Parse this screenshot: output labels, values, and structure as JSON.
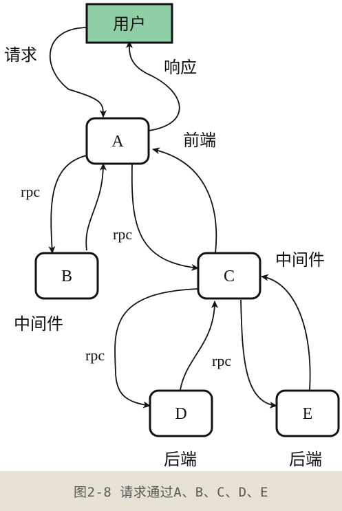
{
  "colors": {
    "user_fill": "#8fcfa6",
    "caption_bg": "#e6e1d2",
    "stroke": "#111111",
    "caption_text": "#5a5a5a"
  },
  "nodes": {
    "user": "用户",
    "a": "A",
    "b": "B",
    "c": "C",
    "d": "D",
    "e": "E"
  },
  "labels": {
    "request": "请求",
    "response": "响应",
    "frontend": "前端",
    "middleware_b": "中间件",
    "middleware_c": "中间件",
    "backend_d": "后端",
    "backend_e": "后端",
    "rpc_ab": "rpc",
    "rpc_ac": "rpc",
    "rpc_cd_left": "rpc",
    "rpc_cd_right": "rpc"
  },
  "caption": {
    "text": "图2-8  请求通过A、B、C、D、E"
  }
}
